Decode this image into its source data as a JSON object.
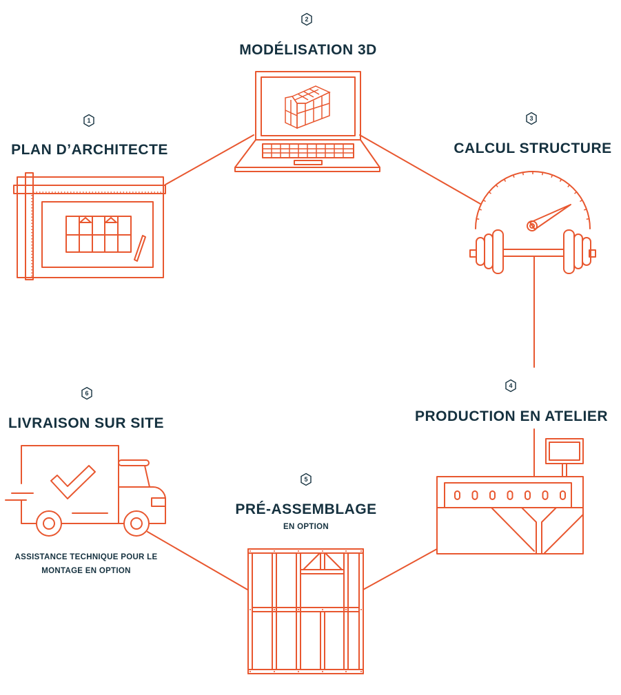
{
  "colors": {
    "accent": "#e8572f",
    "text": "#15313f",
    "background": "#ffffff"
  },
  "steps": [
    {
      "number": "1",
      "title": "PLAN D’ARCHITECTE",
      "icon": "blueprint-icon"
    },
    {
      "number": "2",
      "title": "MODÉLISATION 3D",
      "icon": "laptop-3d-house-icon"
    },
    {
      "number": "3",
      "title": "CALCUL STRUCTURE",
      "icon": "gauge-dumbbell-icon"
    },
    {
      "number": "4",
      "title": "PRODUCTION EN ATELIER",
      "icon": "factory-machine-icon"
    },
    {
      "number": "5",
      "title": "PRÉ-ASSEMBLAGE",
      "subtitle": "EN OPTION",
      "icon": "timber-frame-wall-icon"
    },
    {
      "number": "6",
      "title": "LIVRAISON SUR SITE",
      "subtitle_lines": [
        "ASSISTANCE TECHNIQUE POUR LE",
        "MONTAGE EN OPTION"
      ],
      "icon": "delivery-truck-icon"
    }
  ]
}
